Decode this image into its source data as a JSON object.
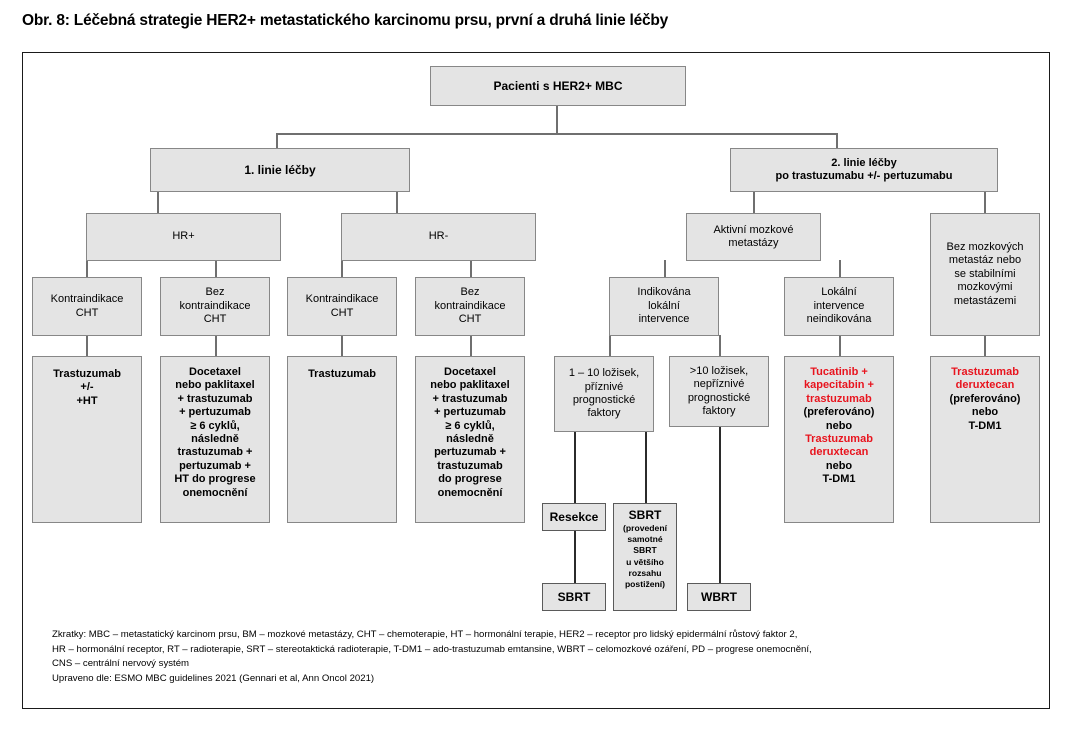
{
  "figure": {
    "title": "Obr. 8: Léčebná strategie HER2+ metastatického karcinomu prsu, první a druhá linie léčby",
    "accent_red": "#e8141e",
    "node_fill": "#e4e4e4",
    "node_border": "#878787",
    "frame_border": "#1a1a1a"
  },
  "nodes": {
    "root": "Pacienti s HER2+ MBC",
    "line1": "1. linie léčby",
    "line2_l1": "2. linie léčby",
    "line2_l2": "po trastuzumabu +/- pertuzumabu",
    "hr_pos": "HR+",
    "hr_neg": "HR-",
    "ci_cht_1": "Kontraindikace\nCHT",
    "no_ci_cht_1": "Bez\nkontraindikace\nCHT",
    "ci_cht_2": "Kontraindikace\nCHT",
    "no_ci_cht_2": "Bez\nkontraindikace\nCHT",
    "tx_hrpos_ci": "Trastuzumab\n+/-\n+HT",
    "tx_hrpos_noci": "Docetaxel\nnebo paklitaxel\n+ trastuzumab\n+ pertuzumab\n≥ 6 cyklů,\nnásledně\ntrastuzumab +\npertuzumab +\nHT do progrese\nonemocnění",
    "tx_hrneg_ci": "Trastuzumab",
    "tx_hrneg_noci": "Docetaxel\nnebo paklitaxel\n+ trastuzumab\n+ pertuzumab\n≥ 6 cyklů,\nnásledně\npertuzumab +\ntrastuzumab\ndo progrese\nonemocnění",
    "active_bm": "Aktivní mozkové\nmetastázy",
    "no_bm": "Bez mozkových\nmetastáz nebo\nse stabilními\nmozkovými\nmetastázemi",
    "local_indicated": "Indikována\nlokální\nintervence",
    "local_not_indicated": "Lokální\nintervence\nneindikována",
    "lesions_1_10": "1 – 10 ložisek,\npříznivé\nprognostické\nfaktory",
    "lesions_gt10": ">10 ložisek,\nnepříznivé\nprognostické\nfaktory",
    "resekce": "Resekce",
    "sbrt_after_resekce": "SBRT",
    "sbrt_alone_title": "SBRT",
    "sbrt_alone_note": "(provedení\nsamotné\nSBRT\nu většího\nrozsahu\npostižení)",
    "wbrt": "WBRT",
    "tx_local_not_indicated": {
      "line1_red": "Tucatinib +",
      "line2_red": "kapecitabin +",
      "line3_red": "trastuzumab",
      "line4_black": "(preferováno)",
      "line5_black": "nebo",
      "line6_red": "Trastuzumab",
      "line7_red": "deruxtecan",
      "line8_black": "nebo",
      "line9_black": "T-DM1"
    },
    "tx_no_bm": {
      "line1_red": "Trastuzumab",
      "line2_red": "deruxtecan",
      "line3_black": "(preferováno)",
      "line4_black": "nebo",
      "line5_black": "T-DM1"
    }
  },
  "footer": {
    "line1": "Zkratky: MBC – metastatický karcinom prsu, BM – mozkové metastázy, CHT – chemoterapie, HT – hormonální terapie, HER2 – receptor pro lidský epidermální růstový faktor 2,",
    "line2": "HR – hormonální receptor, RT – radioterapie, SRT – stereotaktická radioterapie, T-DM1 – ado-trastuzumab emtansine, WBRT – celomozkové ozáření, PD – progrese onemocnění,",
    "line3": "CNS – centrální nervový systém",
    "line4": "Upraveno dle: ESMO MBC guidelines 2021 (Gennari et al, Ann Oncol 2021)"
  }
}
